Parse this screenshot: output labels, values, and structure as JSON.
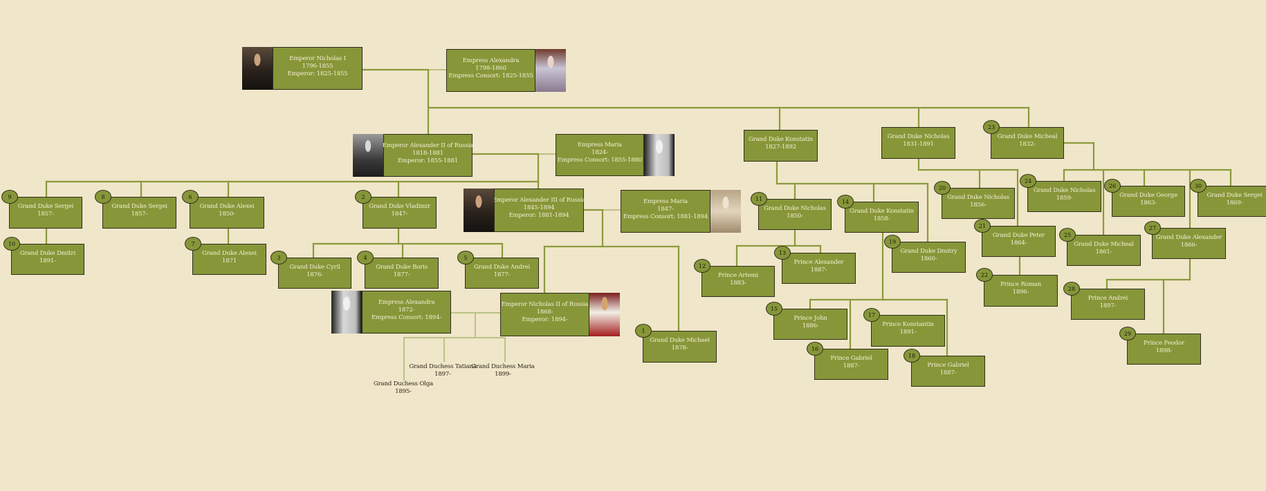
{
  "colors": {
    "background": "#f0e6c9",
    "box_fill": "#879638",
    "box_border": "#2e2e1e",
    "line": "#8a9a3c",
    "line_light": "#bcc285",
    "box_text": "#f3efd6"
  },
  "people": {
    "nicholas_i": {
      "name": "Emperor Nicholas I",
      "dates": "1796-1855",
      "title": "Emperor: 1825-1855",
      "photo": "portrait"
    },
    "alexandra_1798": {
      "name": "Empress Alexandra",
      "dates": "1798-1860",
      "title": "Empress Consort: 1825-1855",
      "photo": "portrait"
    },
    "alexander_ii": {
      "name": "Emperor Alexander II of Russia",
      "dates": "1818-1881",
      "title": "Emperor: 1855-1881",
      "photo": "portrait"
    },
    "maria_1824": {
      "name": "Empress Maria",
      "dates": "1824-",
      "title": "Empress Consort: 1855-1880",
      "photo": "portrait"
    },
    "konstatin_1827": {
      "name": "Grand Duke Konstatin",
      "dates": "1827-1892"
    },
    "nicholas_1831": {
      "name": "Grand Duke Nicholas",
      "dates": "1831-1891"
    },
    "micheal_1832": {
      "name": "Grand Duke Micheal",
      "dates": "1832-",
      "badge": "23"
    },
    "sergei_9": {
      "name": "Grand Duke Sergei",
      "dates": "1857-",
      "badge": "9"
    },
    "sergei_8": {
      "name": "Grand Duke Sergei",
      "dates": "1857-",
      "badge": "8"
    },
    "alexei_6": {
      "name": "Grand Duke Alexei",
      "dates": "1850-",
      "badge": "6"
    },
    "vladimir_2": {
      "name": "Grand Duke Vladimir",
      "dates": "1847-",
      "badge": "2"
    },
    "dmitri_10": {
      "name": "Grand Duke Dmitri",
      "dates": "1891-",
      "badge": "10"
    },
    "alexei_7": {
      "name": "Grand Duke Alexei",
      "dates": "1871",
      "badge": "7"
    },
    "cyril_3": {
      "name": "Grand Duke Cyril",
      "dates": "1876-",
      "badge": "3"
    },
    "boris_4": {
      "name": "Grand Duke Boris",
      "dates": "1877-",
      "badge": "4"
    },
    "andrei_5": {
      "name": "Grand Duke Andrei",
      "dates": "1877-",
      "badge": "5"
    },
    "alexander_iii": {
      "name": "Emperor Alexander III of Russia",
      "dates": "1845-1894",
      "title": "Emperor: 1881-1894",
      "photo": "portrait"
    },
    "maria_1847": {
      "name": "Empress Maria",
      "dates": "1847-",
      "title": "Empress Consort: 1881-1894",
      "photo": "portrait"
    },
    "alexandra_1872": {
      "name": "Empress Alexandra",
      "dates": "1872-",
      "title": "Empress Consort: 1894-",
      "photo": "portrait"
    },
    "nicholas_ii": {
      "name": "Emperor Nicholas II of Russia",
      "dates": "1868-",
      "title": "Emperor: 1894-",
      "photo": "portrait"
    },
    "michael_1": {
      "name": "Grand Duke Michael",
      "dates": "1878-",
      "badge": "1"
    },
    "nicholas_11": {
      "name": "Grand Duke Nicholas",
      "dates": "1850-",
      "badge": "11"
    },
    "konstatin_14": {
      "name": "Grand Duke Konstatin",
      "dates": "1858-",
      "badge": "14"
    },
    "artemi_12": {
      "name": "Prince Artemi",
      "dates": "1883-",
      "badge": "12"
    },
    "alexander_13": {
      "name": "Prince Alexander",
      "dates": "1887-",
      "badge": "13"
    },
    "dmitry_19": {
      "name": "Grand Duke Dmitry",
      "dates": "1860-",
      "badge": "19"
    },
    "john_15": {
      "name": "Prince John",
      "dates": "1886-",
      "badge": "15"
    },
    "gabriel_16": {
      "name": "Prince Gabriel",
      "dates": "1887-",
      "badge": "16"
    },
    "konstantin_17": {
      "name": "Prince Konstantin",
      "dates": "1891-",
      "badge": "17"
    },
    "gabriel_18": {
      "name": "Prince Gabriel",
      "dates": "1887-",
      "badge": "18"
    },
    "nicholas_20": {
      "name": "Grand Duke Nicholas",
      "dates": "1856-",
      "badge": "20"
    },
    "peter_21": {
      "name": "Grand Duke Peter",
      "dates": "1864-",
      "badge": "21"
    },
    "roman_22": {
      "name": "Prince Roman",
      "dates": "1896-",
      "badge": "22"
    },
    "nicholas_24": {
      "name": "Grand Duke Nicholas",
      "dates": "1859-",
      "badge": "24"
    },
    "micheal_25": {
      "name": "Grand Duke Micheal",
      "dates": "1861-",
      "badge": "25"
    },
    "george_26": {
      "name": "Grand Duke George",
      "dates": "1863-",
      "badge": "26"
    },
    "alexander_27": {
      "name": "Grand Duke Alexander",
      "dates": "1866-",
      "badge": "27"
    },
    "andrei_28": {
      "name": "Prince Andrei",
      "dates": "1897-",
      "badge": "28"
    },
    "feodor_29": {
      "name": "Prince Feodor",
      "dates": "1898-",
      "badge": "29"
    },
    "sergei_30": {
      "name": "Grand Duke Sergei",
      "dates": "1869-",
      "badge": "30"
    }
  },
  "daughters": {
    "olga": {
      "name": "Grand Duchess Olga",
      "dates": "1895-"
    },
    "tatiana": {
      "name": "Grand Duchess Tatiana",
      "dates": "1897-"
    },
    "maria": {
      "name": "Grand Duchess Maria",
      "dates": "1899-"
    }
  }
}
